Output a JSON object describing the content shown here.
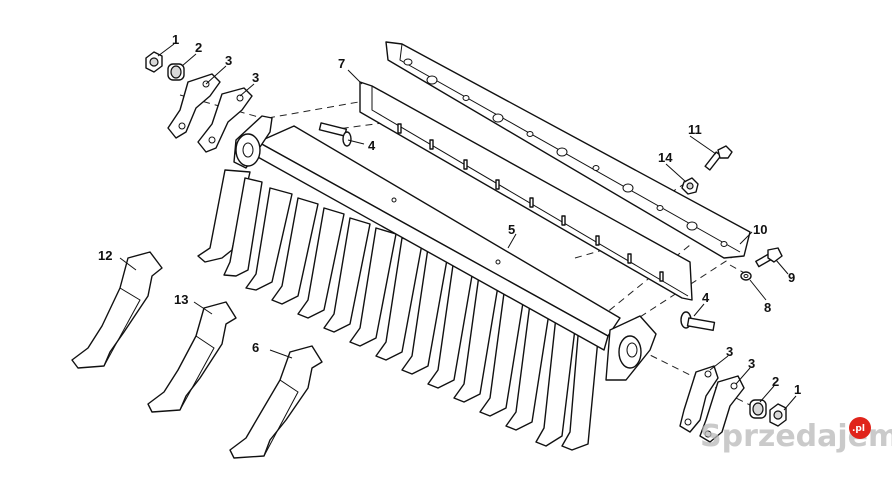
{
  "callouts": {
    "c1_top": "1",
    "c2_top": "2",
    "c3a_top": "3",
    "c3b_top": "3",
    "c4_top": "4",
    "c5": "5",
    "c6": "6",
    "c7": "7",
    "c8": "8",
    "c9": "9",
    "c10": "10",
    "c11": "11",
    "c12": "12",
    "c13": "13",
    "c14": "14",
    "c1_bot": "1",
    "c2_bot": "2",
    "c3a_bot": "3",
    "c3b_bot": "3",
    "c4_bot": "4"
  },
  "watermark": {
    "text": "Sprzedajemy",
    "badge": ".pl",
    "color": "#b8b8b8",
    "badge_color": "#e0241b"
  }
}
